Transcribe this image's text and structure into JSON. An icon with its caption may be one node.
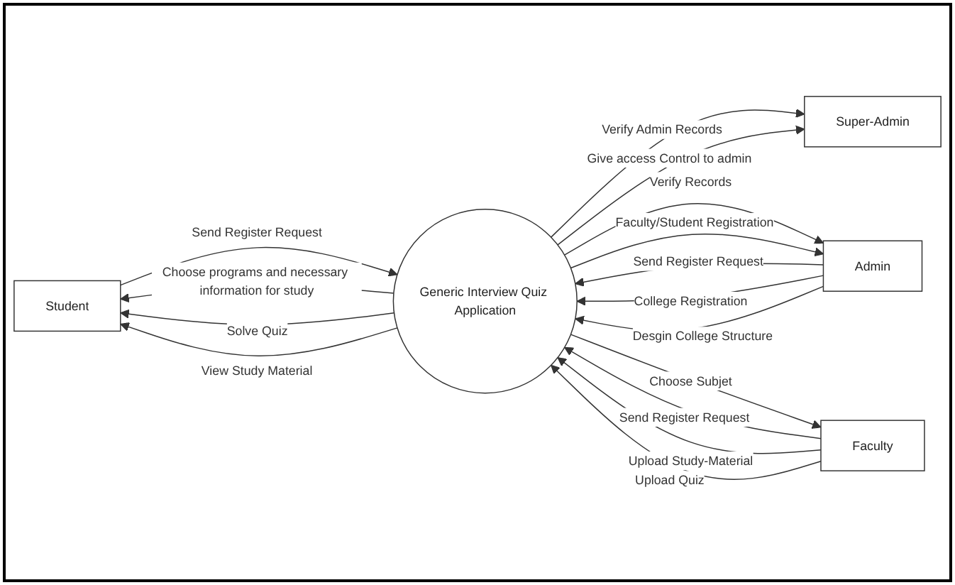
{
  "diagram": {
    "nodes": [
      {
        "text": [
          "Super-Admin"
        ]
      },
      {
        "text": [
          "Student"
        ]
      },
      {
        "text": [
          "Generic Interview Quiz Application"
        ]
      },
      {
        "text": [
          "Admin"
        ]
      },
      {
        "text": [
          "Faculty"
        ]
      }
    ],
    "edges": [
      {
        "from": 2,
        "to": 1,
        "label": "Choose programs and necessary information for study",
        "arrow": "to"
      },
      {
        "from": 1,
        "to": 2,
        "label": "Send Register Request",
        "arrow": "to"
      },
      {
        "from": 2,
        "to": 0,
        "label": "Verify Admin Records",
        "arrow": "to"
      },
      {
        "from": 2,
        "to": 0,
        "label": "Give access Control to admin",
        "arrow": "to"
      },
      {
        "from": 2,
        "to": 1,
        "label": "Solve Quiz",
        "arrow": "to"
      },
      {
        "from": 2,
        "to": 1,
        "label": "View Study Material",
        "arrow": "to"
      },
      {
        "from": 2,
        "to": 3,
        "label": "Verify Records",
        "arrow": "to"
      },
      {
        "from": 3,
        "to": 2,
        "label": "Send Register Request",
        "arrow": "to"
      },
      {
        "from": 3,
        "to": 2,
        "label": "College Registration",
        "arrow": "to"
      },
      {
        "from": 2,
        "to": 3,
        "label": "Faculty/Student Registration",
        "arrow": "to"
      },
      {
        "from": 3,
        "to": 2,
        "label": "Desgin College Structure",
        "arrow": "to"
      },
      {
        "from": 2,
        "to": 4,
        "label": "Choose Subjet",
        "arrow": "to"
      },
      {
        "from": 4,
        "to": 2,
        "label": "Send Register Request",
        "arrow": "to"
      },
      {
        "from": 4,
        "to": 2,
        "label": "Upload Study-Material",
        "arrow": "to"
      },
      {
        "from": 4,
        "to": 2,
        "label": "Upload Quiz",
        "arrow": "to"
      }
    ]
  }
}
